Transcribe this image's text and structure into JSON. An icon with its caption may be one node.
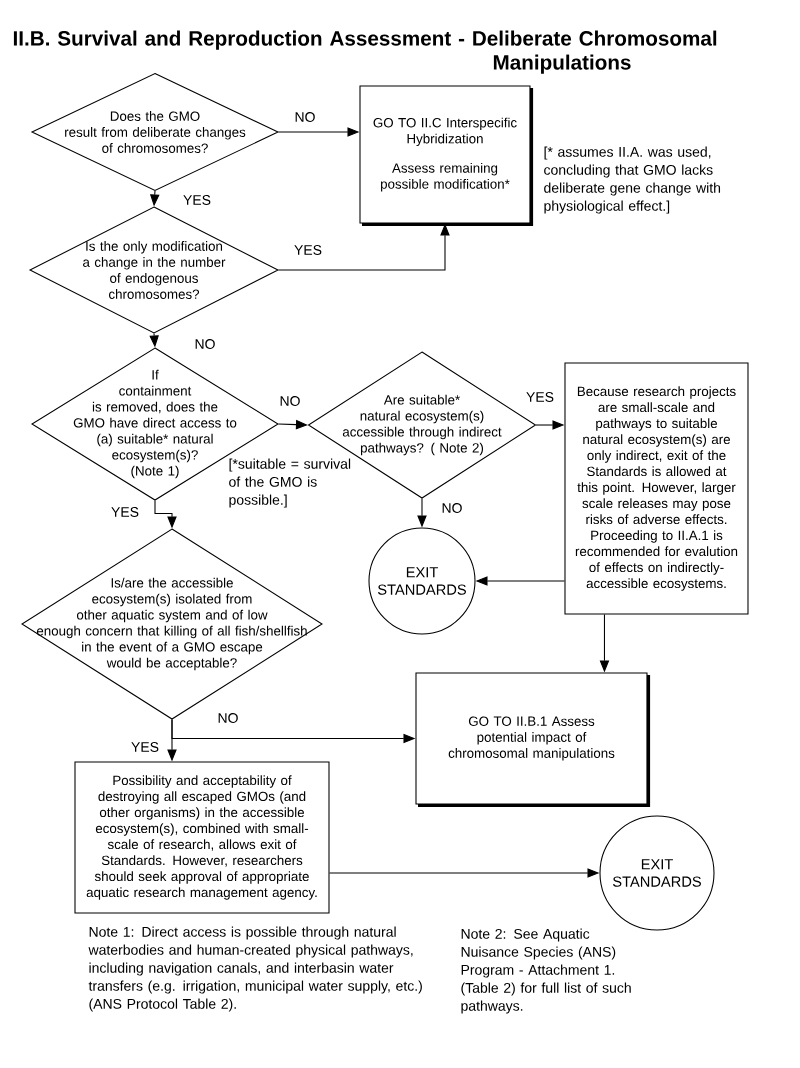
{
  "diagram": {
    "title": "II.B. Survival and Reproduction Assessment - Deliberate Chromosomal Manipulations",
    "nodes": [
      {
        "text": [
          "Does the GMO result from deliberate changes of chromosomes?"
        ]
      },
      {
        "text": [
          "GO TO II.C Interspecific Hybridization",
          "Assess remaining possible modification*"
        ]
      },
      {
        "text": [
          "Is the only modification a change in the number of endogenous chromosomes?"
        ]
      },
      {
        "text": [
          "If containment is removed, does the GMO have direct access to (a) suitable* natural ecosystem(s)? (Note 1)"
        ]
      },
      {
        "text": [
          "Are suitable* natural ecosystem(s) accessible through indirect pathways? ( Note 2)"
        ]
      },
      {
        "text": [
          "Because research projects are small-scale and pathways to suitable natural ecosystem(s) are only indirect, exit of the Standards is allowed at this point. However, larger scale releases may pose risks of adverse effects. Proceeding to II.A.1 is recommended for evalution of effects on indirectly-accessible ecosystems."
        ]
      },
      {
        "text": [
          "EXIT STANDARDS"
        ]
      },
      {
        "text": [
          "Is/are the accessible ecosystem(s) isolated from other aquatic system and of low enough concern that killing of all fish/shellfish in the event of a GMO escape would be acceptable?"
        ]
      },
      {
        "text": [
          "GO TO II.B.1 Assess potential impact of chromosomal manipulations"
        ]
      },
      {
        "text": [
          "Possibility and acceptability of destroying all escaped GMOs (and other organisms) in the accessible ecosystem(s), combined with small-scale of research, allows exit of Standards. However, researchers should seek approval of appropriate aquatic research management agency."
        ]
      },
      {
        "text": [
          "EXIT STANDARDS"
        ]
      }
    ],
    "edges": [
      {
        "from": 0,
        "to": 1,
        "arrow": "to",
        "label": "NO"
      },
      {
        "from": 0,
        "to": 2,
        "arrow": "to",
        "label": "YES"
      },
      {
        "from": 2,
        "to": 1,
        "arrow": "to",
        "label": "YES"
      },
      {
        "from": 2,
        "to": 3,
        "arrow": "to",
        "label": "NO"
      },
      {
        "from": 3,
        "to": 4,
        "arrow": "to",
        "label": "NO"
      },
      {
        "from": 4,
        "to": 5,
        "arrow": "to",
        "label": "YES"
      },
      {
        "from": 4,
        "to": 6,
        "arrow": "to",
        "label": "NO"
      },
      {
        "from": 5,
        "to": 6,
        "arrow": "to"
      },
      {
        "from": 3,
        "to": 7,
        "arrow": "to",
        "label": "YES"
      },
      {
        "from": 5,
        "to": 8,
        "arrow": "to"
      },
      {
        "from": 7,
        "to": 8,
        "arrow": "to",
        "label": "NO"
      },
      {
        "from": 7,
        "to": 9,
        "arrow": "to",
        "label": "YES"
      },
      {
        "from": 9,
        "to": 10,
        "arrow": "to"
      }
    ],
    "labels": [
      "[* assumes II.A. was used, concluding that GMO lacks deliberate gene change with physiological effect.]",
      "[*suitable = survival of the GMO is possible.]",
      "Note 1: Direct access is possible through natural waterbodies and human-created physical pathways, including navigation canals, and interbasin water transfers (e.g. irrigation, municipal water supply, etc.) (ANS Protocol Table 2).",
      "Note 2: See Aquatic Nuisance Species (ANS) Program - Attachment 1. (Table 2) for full list of such pathways."
    ]
  }
}
